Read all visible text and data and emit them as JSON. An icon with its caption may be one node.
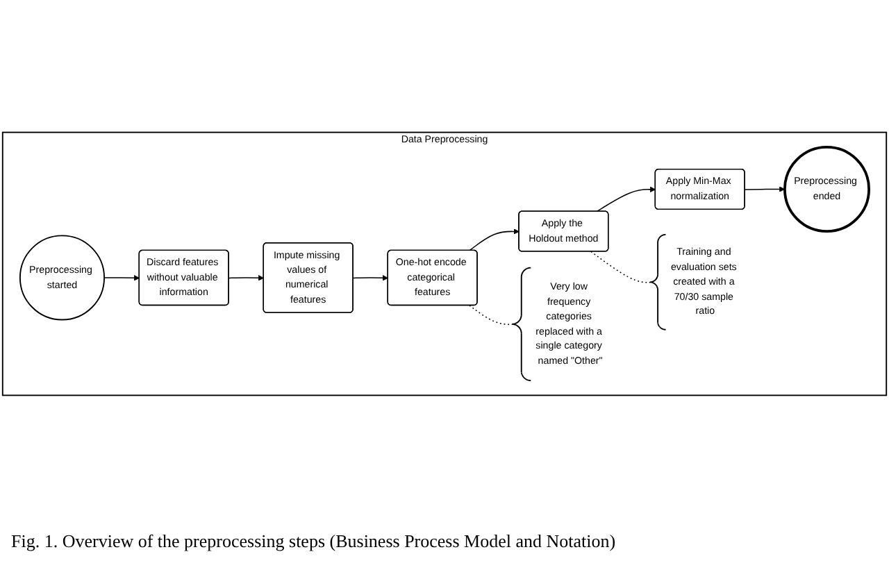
{
  "diagram": {
    "caption": "Fig. 1. Overview of the preprocessing steps (Business Process Model and Notation)",
    "nodes": [
      {
        "text": [
          "Data Preprocessing"
        ]
      },
      {
        "text": [
          "Preprocessing started"
        ],
        "in": 0
      },
      {
        "text": [
          "Discard features without valuable information"
        ],
        "in": 0
      },
      {
        "text": [
          "Impute missing values of numerical features"
        ],
        "in": 0
      },
      {
        "text": [
          "One-hot encode categorical features"
        ],
        "in": 0
      },
      {
        "text": [
          "Apply the Holdout method"
        ],
        "in": 0
      },
      {
        "text": [
          "Apply Min-Max normalization"
        ],
        "in": 0
      },
      {
        "text": [
          "Preprocessing ended"
        ],
        "in": 0
      },
      {
        "text": [
          "Training and evaluation sets created with a 70/30 sample ratio"
        ],
        "in": 0
      },
      {
        "text": [
          "Very low frequency categories replaced with a single category named \"Other\""
        ],
        "in": 0
      }
    ],
    "edges": [
      {
        "from": 1,
        "to": 2,
        "arrow": "to"
      },
      {
        "from": 2,
        "to": 3,
        "arrow": "to"
      },
      {
        "from": 3,
        "to": 4,
        "arrow": "to"
      },
      {
        "from": 4,
        "to": 5,
        "arrow": "to"
      },
      {
        "from": 5,
        "to": 6,
        "arrow": "to"
      },
      {
        "from": 6,
        "to": 7,
        "arrow": "to"
      },
      {
        "from": 5,
        "to": 8,
        "arrow": "none",
        "style": "dashed"
      },
      {
        "from": 4,
        "to": 9,
        "arrow": "none",
        "style": "dashed"
      }
    ]
  }
}
